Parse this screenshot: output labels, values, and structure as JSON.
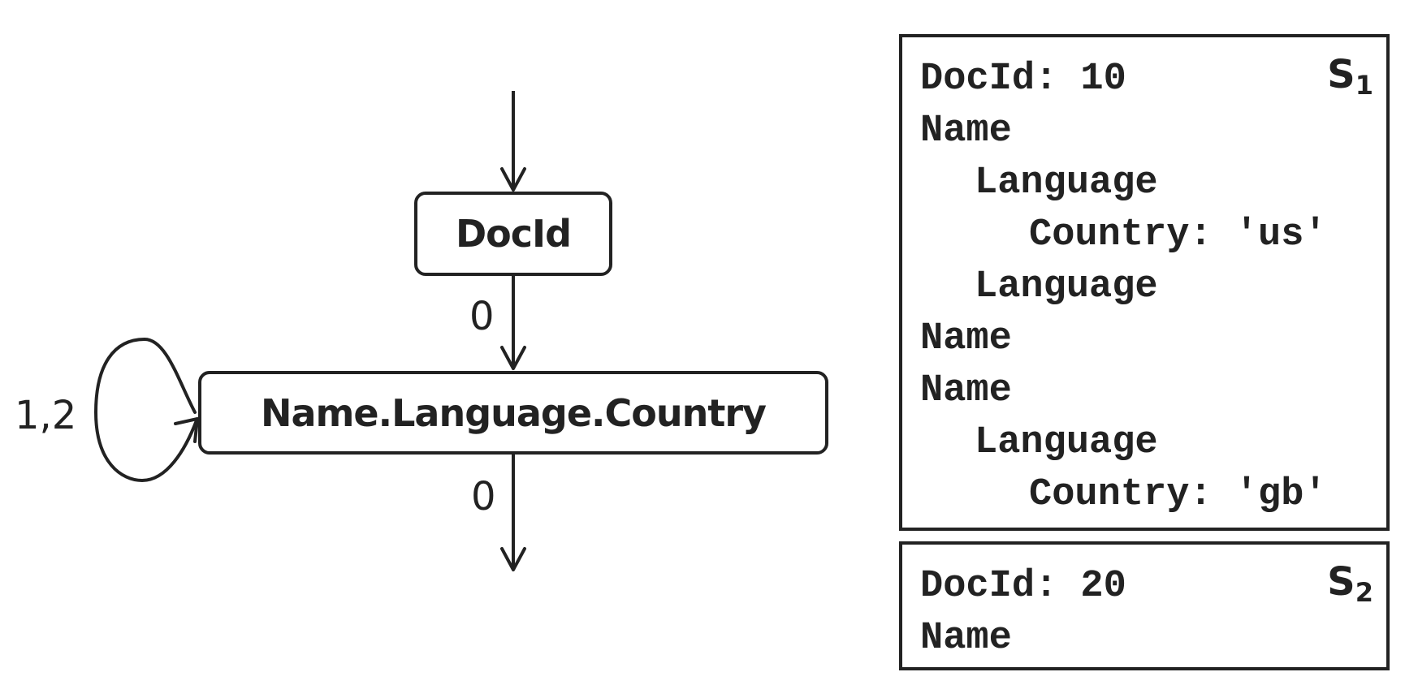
{
  "diagram": {
    "nodes": {
      "docid": "DocId",
      "name_language_country": "Name.Language.Country"
    },
    "edges": {
      "docid_to_nlc": "0",
      "nlc_out": "0",
      "nlc_self_loop": "1,2"
    }
  },
  "records": {
    "s1": {
      "label_letter": "S",
      "label_index": "1",
      "lines": [
        "DocId: 10",
        "Name",
        "Language",
        "Country: 'us'",
        "Language",
        "Name",
        "Name",
        "Language",
        "Country: 'gb'"
      ]
    },
    "s2": {
      "label_letter": "S",
      "label_index": "2",
      "lines": [
        "DocId: 20",
        "Name"
      ]
    }
  }
}
